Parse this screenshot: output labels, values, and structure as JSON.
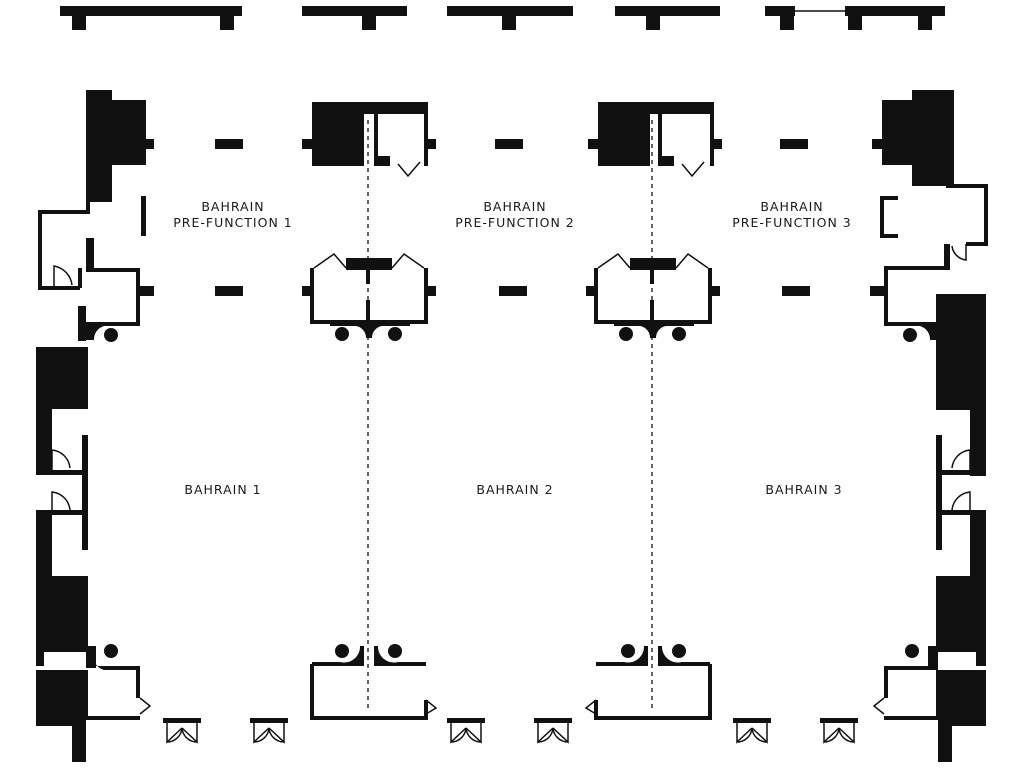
{
  "rooms": {
    "prefunction_1": {
      "line1": "BAHRAIN",
      "line2": "PRE-FUNCTION 1"
    },
    "prefunction_2": {
      "line1": "BAHRAIN",
      "line2": "PRE-FUNCTION 2"
    },
    "prefunction_3": {
      "line1": "BAHRAIN",
      "line2": "PRE-FUNCTION 3"
    },
    "hall_1": "BAHRAIN 1",
    "hall_2": "BAHRAIN 2",
    "hall_3": "BAHRAIN 3"
  },
  "colors": {
    "wall": "#111111",
    "background": "#ffffff"
  },
  "icons": [
    "door-swing-icon",
    "column-icon",
    "double-door-icon"
  ]
}
